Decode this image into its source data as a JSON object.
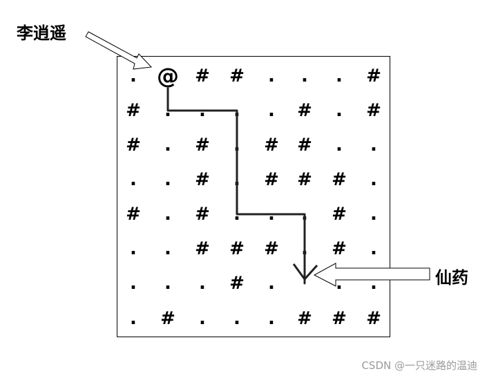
{
  "labels": {
    "start": "李逍遥",
    "goal": "仙药"
  },
  "grid": {
    "rows": [
      [
        ".",
        "@",
        "#",
        "#",
        ".",
        ".",
        ".",
        "#"
      ],
      [
        "#",
        ".",
        ".",
        ".",
        ".",
        "#",
        ".",
        "#"
      ],
      [
        "#",
        ".",
        "#",
        ".",
        "#",
        "#",
        ".",
        "."
      ],
      [
        ".",
        ".",
        "#",
        ".",
        "#",
        "#",
        "#",
        "."
      ],
      [
        "#",
        ".",
        "#",
        ".",
        ".",
        ".",
        "#",
        "."
      ],
      [
        ".",
        ".",
        "#",
        "#",
        "#",
        ".",
        "#",
        "."
      ],
      [
        ".",
        ".",
        ".",
        "#",
        ".",
        "*",
        ".",
        "."
      ],
      [
        ".",
        "#",
        ".",
        ".",
        ".",
        "#",
        "#",
        "#"
      ]
    ]
  },
  "path": {
    "cells": [
      [
        0,
        1
      ],
      [
        1,
        1
      ],
      [
        1,
        2
      ],
      [
        1,
        3
      ],
      [
        2,
        3
      ],
      [
        3,
        3
      ],
      [
        4,
        3
      ],
      [
        4,
        4
      ],
      [
        4,
        5
      ],
      [
        5,
        5
      ],
      [
        6,
        5
      ]
    ]
  },
  "watermark": "CSDN @一只迷路的温迪"
}
